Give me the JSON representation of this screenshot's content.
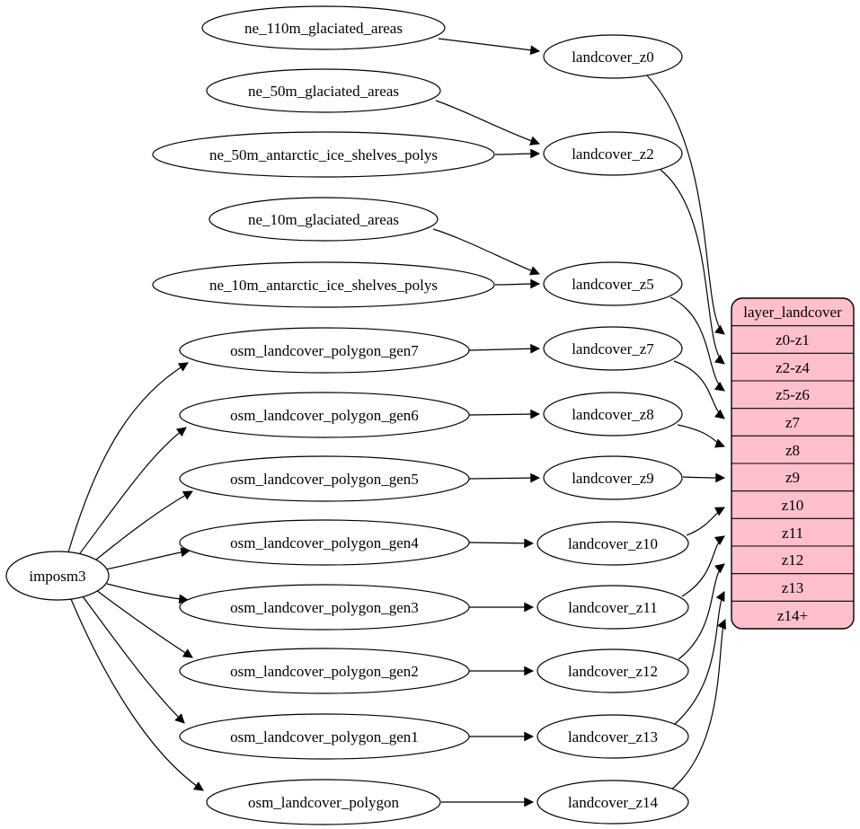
{
  "nodes": {
    "imposm3": "imposm3",
    "ne_110m_glaciated_areas": "ne_110m_glaciated_areas",
    "ne_50m_glaciated_areas": "ne_50m_glaciated_areas",
    "ne_50m_antarctic_ice_shelves_polys": "ne_50m_antarctic_ice_shelves_polys",
    "ne_10m_glaciated_areas": "ne_10m_glaciated_areas",
    "ne_10m_antarctic_ice_shelves_polys": "ne_10m_antarctic_ice_shelves_polys",
    "osm_landcover_polygon_gen7": "osm_landcover_polygon_gen7",
    "osm_landcover_polygon_gen6": "osm_landcover_polygon_gen6",
    "osm_landcover_polygon_gen5": "osm_landcover_polygon_gen5",
    "osm_landcover_polygon_gen4": "osm_landcover_polygon_gen4",
    "osm_landcover_polygon_gen3": "osm_landcover_polygon_gen3",
    "osm_landcover_polygon_gen2": "osm_landcover_polygon_gen2",
    "osm_landcover_polygon_gen1": "osm_landcover_polygon_gen1",
    "osm_landcover_polygon": "osm_landcover_polygon",
    "landcover_z0": "landcover_z0",
    "landcover_z2": "landcover_z2",
    "landcover_z5": "landcover_z5",
    "landcover_z7": "landcover_z7",
    "landcover_z8": "landcover_z8",
    "landcover_z9": "landcover_z9",
    "landcover_z10": "landcover_z10",
    "landcover_z11": "landcover_z11",
    "landcover_z12": "landcover_z12",
    "landcover_z13": "landcover_z13",
    "landcover_z14": "landcover_z14"
  },
  "table": {
    "title": "layer_landcover",
    "rows": [
      "z0-z1",
      "z2-z4",
      "z5-z6",
      "z7",
      "z8",
      "z9",
      "z10",
      "z11",
      "z12",
      "z13",
      "z14+"
    ],
    "fill": "#ffc0cb"
  },
  "colors": {
    "background": "#ffffff",
    "node_fill": "#ffffff",
    "stroke": "#000000",
    "table_fill": "#ffc0cb"
  },
  "edges": [
    [
      "ne_110m_glaciated_areas",
      "landcover_z0"
    ],
    [
      "ne_50m_glaciated_areas",
      "landcover_z2"
    ],
    [
      "ne_50m_antarctic_ice_shelves_polys",
      "landcover_z2"
    ],
    [
      "ne_10m_glaciated_areas",
      "landcover_z5"
    ],
    [
      "ne_10m_antarctic_ice_shelves_polys",
      "landcover_z5"
    ],
    [
      "imposm3",
      "osm_landcover_polygon_gen7"
    ],
    [
      "imposm3",
      "osm_landcover_polygon_gen6"
    ],
    [
      "imposm3",
      "osm_landcover_polygon_gen5"
    ],
    [
      "imposm3",
      "osm_landcover_polygon_gen4"
    ],
    [
      "imposm3",
      "osm_landcover_polygon_gen3"
    ],
    [
      "imposm3",
      "osm_landcover_polygon_gen2"
    ],
    [
      "imposm3",
      "osm_landcover_polygon_gen1"
    ],
    [
      "imposm3",
      "osm_landcover_polygon"
    ],
    [
      "osm_landcover_polygon_gen7",
      "landcover_z7"
    ],
    [
      "osm_landcover_polygon_gen6",
      "landcover_z8"
    ],
    [
      "osm_landcover_polygon_gen5",
      "landcover_z9"
    ],
    [
      "osm_landcover_polygon_gen4",
      "landcover_z10"
    ],
    [
      "osm_landcover_polygon_gen3",
      "landcover_z11"
    ],
    [
      "osm_landcover_polygon_gen2",
      "landcover_z12"
    ],
    [
      "osm_landcover_polygon_gen1",
      "landcover_z13"
    ],
    [
      "osm_landcover_polygon",
      "landcover_z14"
    ],
    [
      "landcover_z0",
      "layer_landcover:z0-z1"
    ],
    [
      "landcover_z2",
      "layer_landcover:z2-z4"
    ],
    [
      "landcover_z5",
      "layer_landcover:z5-z6"
    ],
    [
      "landcover_z7",
      "layer_landcover:z7"
    ],
    [
      "landcover_z8",
      "layer_landcover:z8"
    ],
    [
      "landcover_z9",
      "layer_landcover:z9"
    ],
    [
      "landcover_z10",
      "layer_landcover:z10"
    ],
    [
      "landcover_z11",
      "layer_landcover:z11"
    ],
    [
      "landcover_z12",
      "layer_landcover:z12"
    ],
    [
      "landcover_z13",
      "layer_landcover:z13"
    ],
    [
      "landcover_z14",
      "layer_landcover:z14+"
    ]
  ]
}
